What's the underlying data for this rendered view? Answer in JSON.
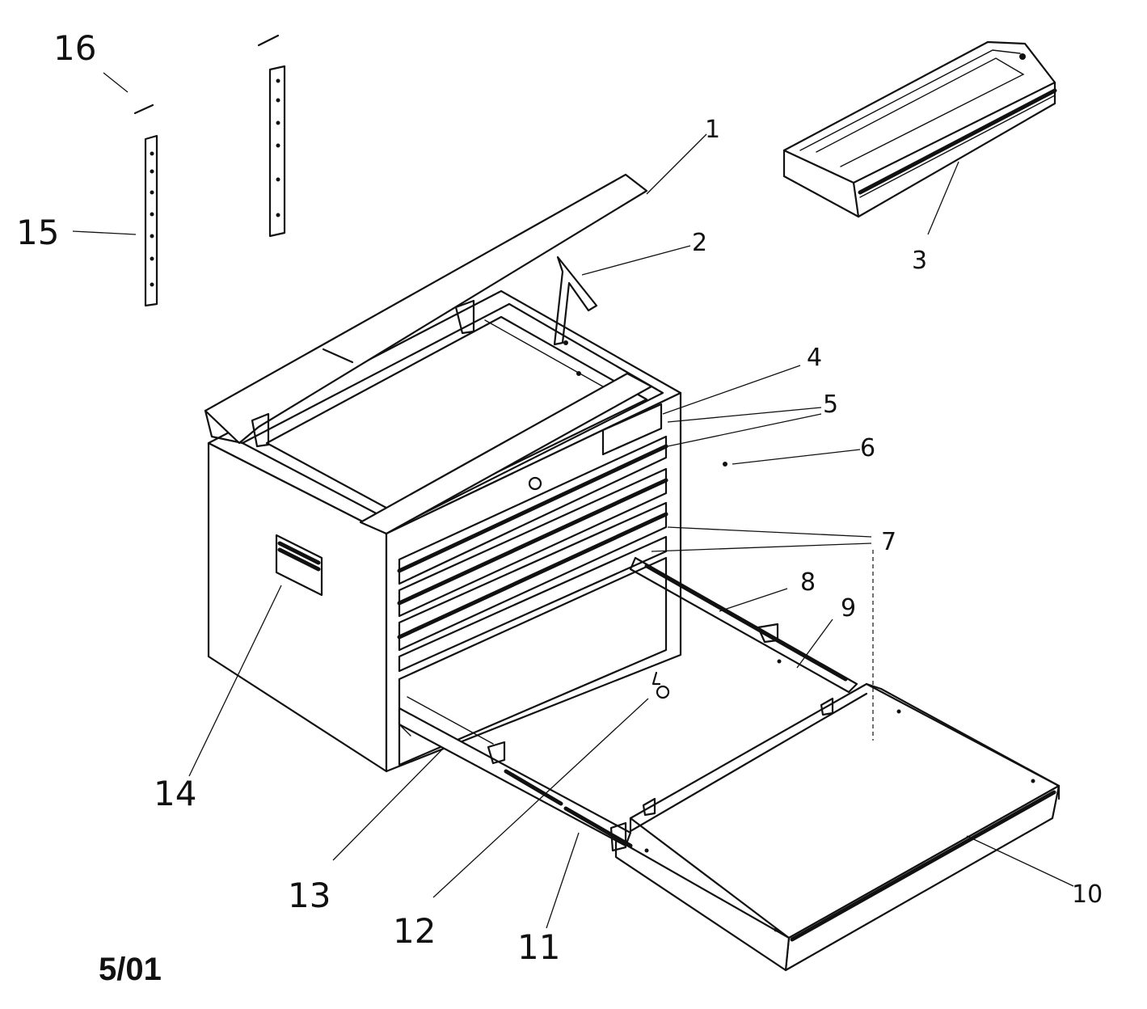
{
  "callouts": [
    "1",
    "2",
    "3",
    "4",
    "5",
    "6",
    "7",
    "8",
    "9",
    "10",
    "11",
    "12",
    "13",
    "14",
    "15",
    "16"
  ],
  "revision_date": "5/01"
}
